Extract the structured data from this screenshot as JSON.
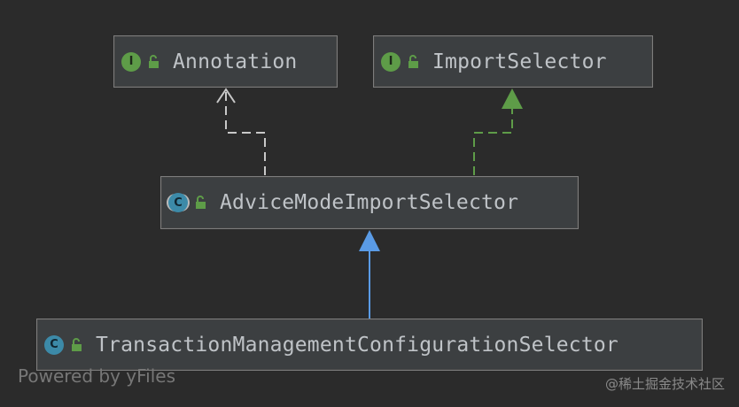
{
  "nodes": {
    "annotation": {
      "label": "Annotation",
      "badge": "I",
      "kind": "interface"
    },
    "import_selector": {
      "label": "ImportSelector",
      "badge": "I",
      "kind": "interface"
    },
    "advice_mode": {
      "label": "AdviceModeImportSelector",
      "badge": "C",
      "kind": "abstract-class"
    },
    "transaction": {
      "label": "TransactionManagementConfigurationSelector",
      "badge": "C",
      "kind": "class"
    }
  },
  "edges": [
    {
      "from": "advice_mode",
      "to": "annotation",
      "style": "dashed",
      "arrow": "open",
      "color": "#c8c8c8"
    },
    {
      "from": "advice_mode",
      "to": "import_selector",
      "style": "dashed",
      "arrow": "filled",
      "color": "#5e9c48"
    },
    {
      "from": "transaction",
      "to": "advice_mode",
      "style": "solid",
      "arrow": "filled",
      "color": "#5a9be6"
    }
  ],
  "colors": {
    "background": "#2b2b2b",
    "node_fill": "#3c3f41",
    "interface_badge": "#5e9c48",
    "class_badge": "#3c8aa8",
    "lock_icon": "#5e9c48"
  },
  "footer": {
    "powered_by": "Powered by yFiles",
    "watermark": "@稀土掘金技术社区"
  }
}
